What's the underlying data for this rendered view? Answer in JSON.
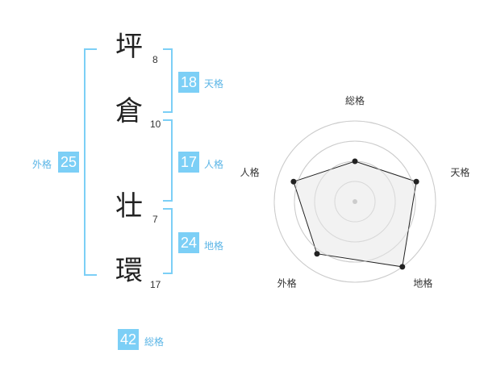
{
  "name": {
    "characters": [
      {
        "char": "坪",
        "strokes": "8"
      },
      {
        "char": "倉",
        "strokes": "10"
      },
      {
        "char": "壮",
        "strokes": "7"
      },
      {
        "char": "環",
        "strokes": "17"
      }
    ]
  },
  "fortunes": {
    "tenkaku": {
      "value": "18",
      "label": "天格"
    },
    "jinkaku": {
      "value": "17",
      "label": "人格"
    },
    "chikaku": {
      "value": "24",
      "label": "地格"
    },
    "gaikaku": {
      "value": "25",
      "label": "外格"
    },
    "soukaku": {
      "value": "42",
      "label": "総格"
    }
  },
  "colors": {
    "accent": "#7ccff6",
    "accent_text": "#5bb5e6",
    "radar_fill": "#f0f0f0",
    "radar_line": "#222222",
    "grid": "#cccccc"
  },
  "chart_data": {
    "type": "radar",
    "axes": [
      "総格",
      "天格",
      "地格",
      "外格",
      "人格"
    ],
    "values": [
      2.5,
      4,
      5,
      4,
      4
    ],
    "rmax": 5,
    "rings": 4
  }
}
